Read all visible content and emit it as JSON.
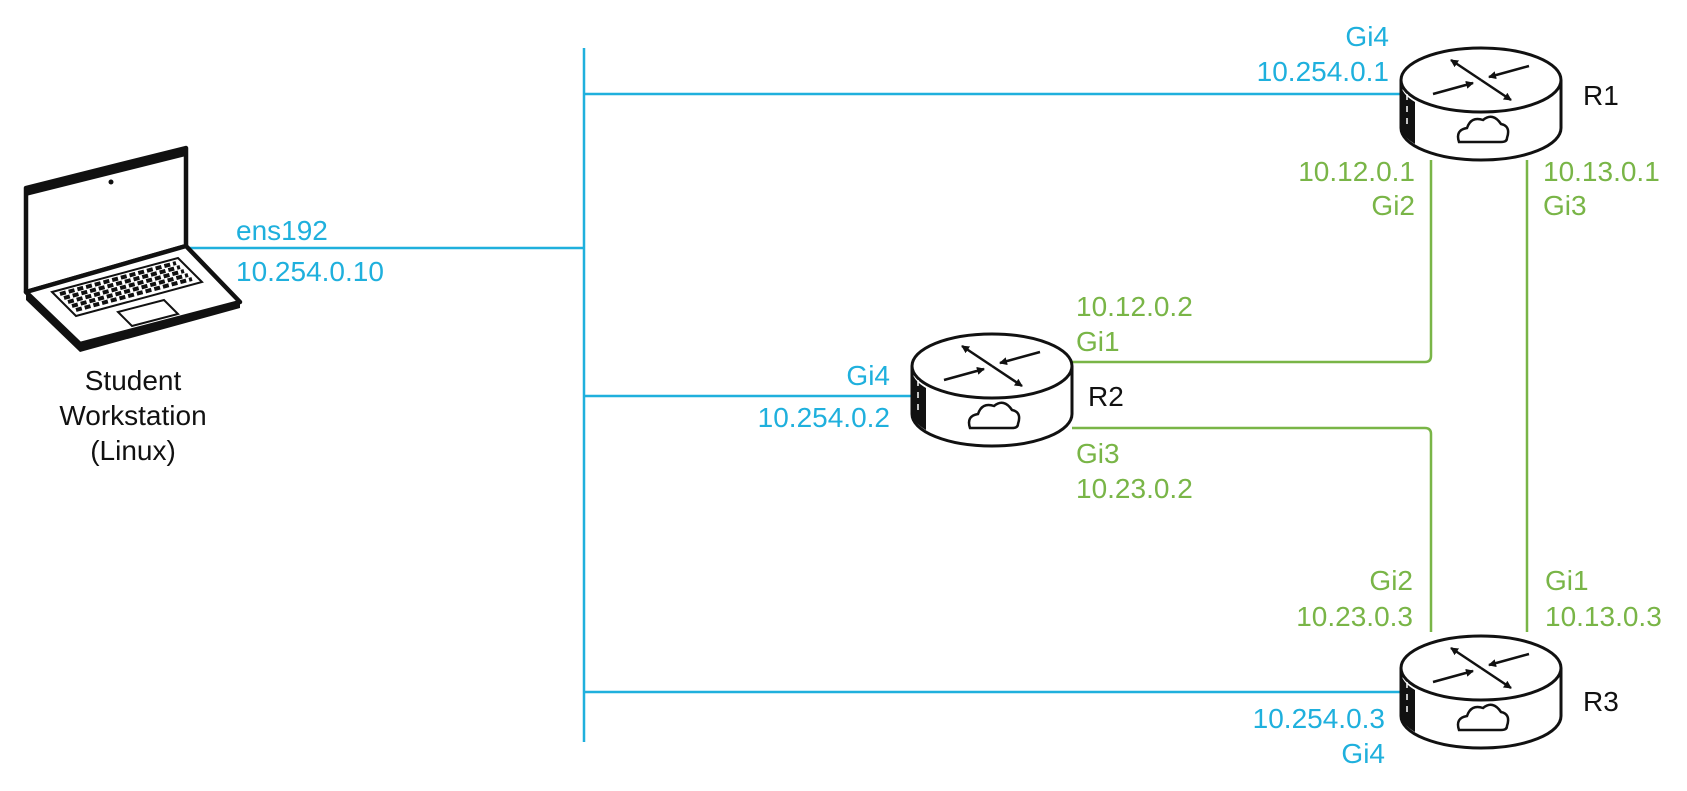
{
  "colors": {
    "management": "#1fb0dd",
    "router_links": "#79b547",
    "device": "#111111"
  },
  "workstation": {
    "name_line1": "Student",
    "name_line2": "Workstation",
    "name_line3": "(Linux)",
    "interface": "ens192",
    "ip": "10.254.0.10"
  },
  "routers": {
    "r1": {
      "name": "R1",
      "mgmt_if": "Gi4",
      "mgmt_ip": "10.254.0.1",
      "gi2_ip": "10.12.0.1",
      "gi2": "Gi2",
      "gi3_ip": "10.13.0.1",
      "gi3": "Gi3"
    },
    "r2": {
      "name": "R2",
      "mgmt_if": "Gi4",
      "mgmt_ip": "10.254.0.2",
      "gi1_ip": "10.12.0.2",
      "gi1": "Gi1",
      "gi3": "Gi3",
      "gi3_ip": "10.23.0.2"
    },
    "r3": {
      "name": "R3",
      "gi2": "Gi2",
      "gi2_ip": "10.23.0.3",
      "gi1": "Gi1",
      "gi1_ip": "10.13.0.3",
      "mgmt_ip": "10.254.0.3",
      "mgmt_if": "Gi4"
    }
  }
}
